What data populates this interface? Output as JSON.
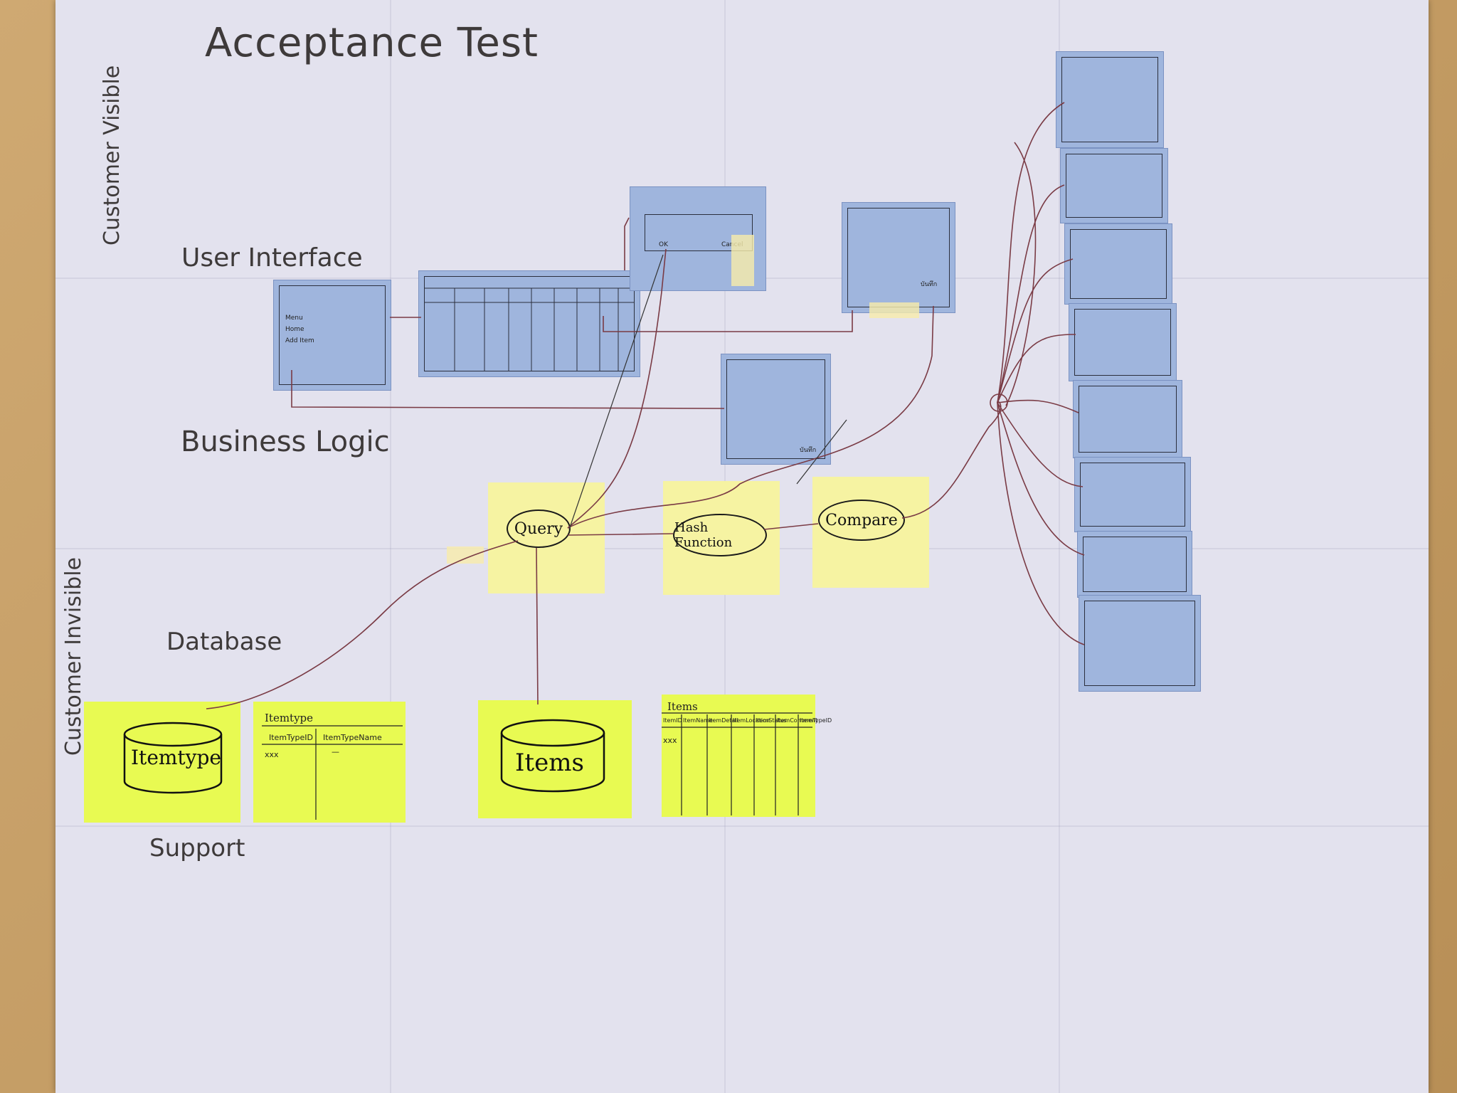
{
  "title": "Acceptance Test",
  "side_labels": {
    "customer_visible": "Customer Visible",
    "customer_invisible": "Customer Invisible"
  },
  "layers": {
    "user_interface": "User Interface",
    "business_logic": "Business Logic",
    "database": "Database",
    "support": "Support"
  },
  "functions": {
    "query": "Query",
    "hash_function": "Hash Function",
    "compare": "Compare"
  },
  "database": {
    "itemtype_cylinder": "Itemtype",
    "items_cylinder": "Items",
    "itemtype_table": {
      "title": "Itemtype",
      "columns": [
        "ItemTypeID",
        "ItemTypeName"
      ],
      "row": [
        "xxx",
        "—"
      ]
    },
    "items_table": {
      "title": "Items",
      "columns": [
        "ItemID",
        "ItemName",
        "ItemDetail",
        "ItemLocation",
        "ItemStatus",
        "ItemComment",
        "ItemTypeID"
      ],
      "row": [
        "xxx",
        "—",
        "—",
        "—",
        "—",
        "—",
        "—"
      ]
    }
  },
  "ui_mockups": {
    "menu_items": [
      "Menu",
      "Home",
      "Add Item"
    ],
    "button_save": "บันทึก",
    "dialog_ok": "OK",
    "dialog_cancel": "Cancel"
  },
  "colors": {
    "paper": "#e3e2ee",
    "blue_sticky": "#9fb5dd",
    "yellow_sticky": "#f6f3a2",
    "lime_sticky": "#e8fa52",
    "string": "#7a3b45"
  }
}
